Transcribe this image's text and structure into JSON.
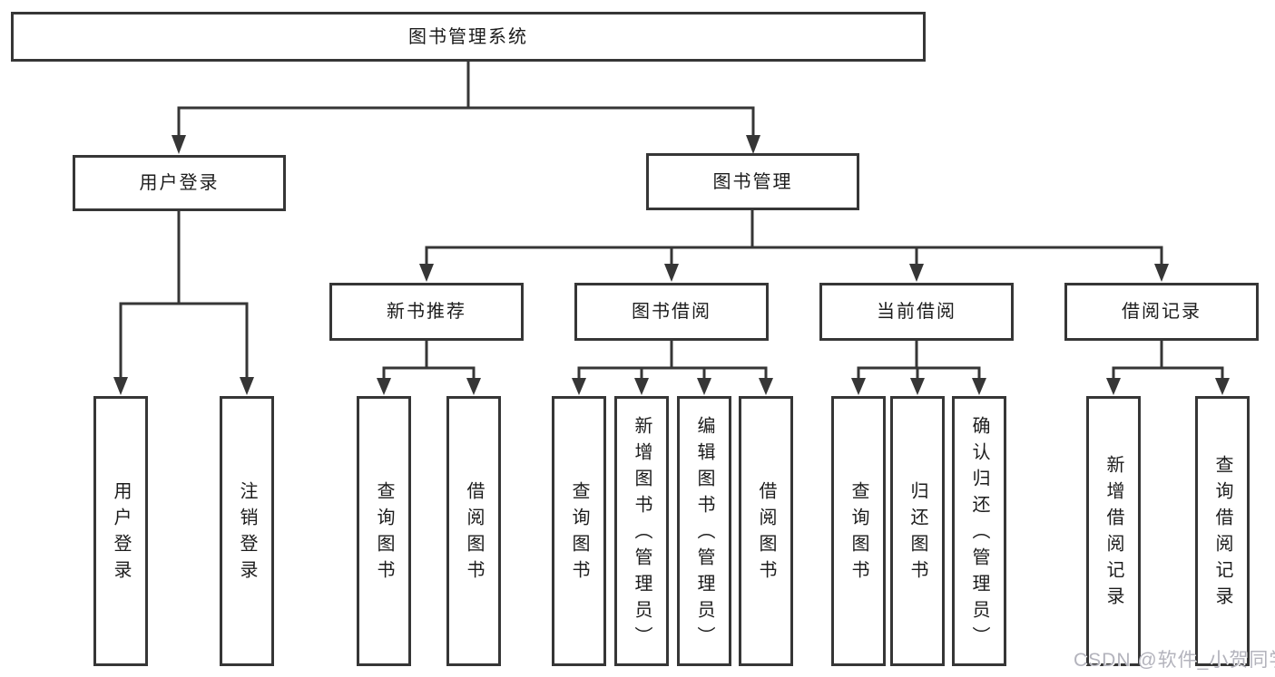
{
  "diagram": {
    "title_note": "functional structure tree",
    "root": {
      "label": "图书管理系统"
    },
    "level2": [
      {
        "label": "用户登录"
      },
      {
        "label": "图书管理"
      }
    ],
    "level3": [
      {
        "label": "新书推荐"
      },
      {
        "label": "图书借阅"
      },
      {
        "label": "当前借阅"
      },
      {
        "label": "借阅记录"
      }
    ],
    "leaves": [
      {
        "label": "用户登录",
        "parent": "用户登录"
      },
      {
        "label": "注销登录",
        "parent": "用户登录"
      },
      {
        "label": "查询图书",
        "parent": "新书推荐"
      },
      {
        "label": "借阅图书",
        "parent": "新书推荐"
      },
      {
        "label": "查询图书",
        "parent": "图书借阅"
      },
      {
        "label": "新增图书（管理员）",
        "parent": "图书借阅"
      },
      {
        "label": "编辑图书（管理员）",
        "parent": "图书借阅"
      },
      {
        "label": "借阅图书",
        "parent": "图书借阅"
      },
      {
        "label": "查询图书",
        "parent": "当前借阅"
      },
      {
        "label": "归还图书",
        "parent": "当前借阅"
      },
      {
        "label": "确认归还（管理员）",
        "parent": "当前借阅"
      },
      {
        "label": "新增借阅记录",
        "parent": "借阅记录"
      },
      {
        "label": "查询借阅记录",
        "parent": "借阅记录"
      }
    ],
    "watermark": "CSDN @软件_小贺同学",
    "colors": {
      "line": "#363636",
      "text": "#1c1c1c",
      "watermark": "#b3b3bc",
      "background": "#ffffff"
    }
  }
}
